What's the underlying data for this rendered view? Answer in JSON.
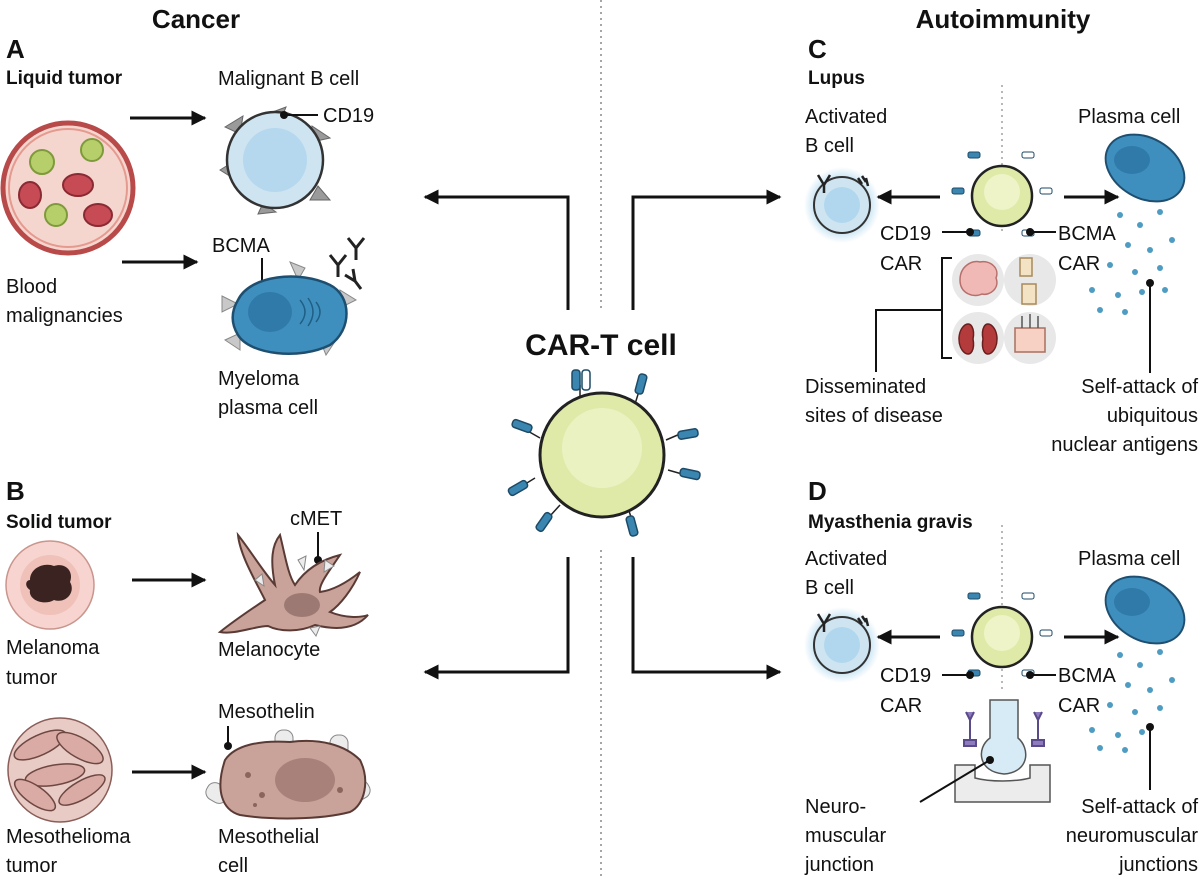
{
  "sections": {
    "left_title": "Cancer",
    "right_title": "Autoimmunity"
  },
  "center": {
    "label": "CAR-T cell"
  },
  "panel_a": {
    "letter": "A",
    "subtitle": "Liquid tumor",
    "blood_label": [
      "Blood",
      "malignancies"
    ],
    "malignant_b_cell": "Malignant B cell",
    "cd19": "CD19",
    "bcma": "BCMA",
    "myeloma_label": [
      "Myeloma",
      "plasma cell"
    ]
  },
  "panel_b": {
    "letter": "B",
    "subtitle": "Solid tumor",
    "cmet": "cMET",
    "melanoma_label": [
      "Melanoma",
      "tumor"
    ],
    "melanocyte": "Melanocyte",
    "mesothelin": "Mesothelin",
    "mesothelioma_label": [
      "Mesothelioma",
      "tumor"
    ],
    "mesothelial_label": [
      "Mesothelial",
      "cell"
    ]
  },
  "panel_c": {
    "letter": "C",
    "subtitle": "Lupus",
    "activated_b": [
      "Activated",
      "B cell"
    ],
    "plasma_cell": "Plasma cell",
    "cd19_car": [
      "CD19",
      "CAR"
    ],
    "bcma_car": [
      "BCMA",
      "CAR"
    ],
    "disseminated": [
      "Disseminated",
      "sites of disease"
    ],
    "self_attack": [
      "Self-attack of",
      "ubiquitous",
      "nuclear antigens"
    ]
  },
  "panel_d": {
    "letter": "D",
    "subtitle": "Myasthenia gravis",
    "activated_b": [
      "Activated",
      "B cell"
    ],
    "plasma_cell": "Plasma cell",
    "cd19_car": [
      "CD19",
      "CAR"
    ],
    "bcma_car": [
      "BCMA",
      "CAR"
    ],
    "nmj": [
      "Neuro-",
      "muscular",
      "junction"
    ],
    "self_attack": [
      "Self-attack of",
      "neuromuscular",
      "junctions"
    ]
  },
  "colors": {
    "b_cell_blue": "#bfe0f2",
    "plasma_blue": "#3f8fbe",
    "cart_green": "#dfeaa8",
    "tumor_pink": "#f7d4cf",
    "melanocyte_brown": "#c9a39a",
    "car_receptor": "#3b86b0"
  }
}
